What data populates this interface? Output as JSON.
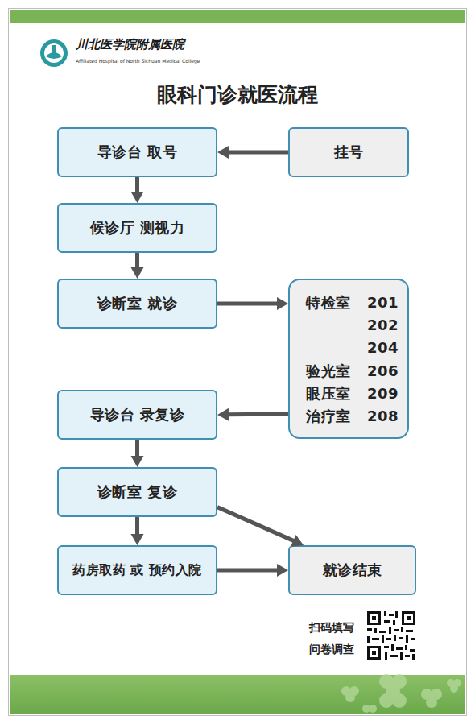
{
  "diagram": {
    "title": "眼科门诊就医流程",
    "nodes": [
      {
        "text": [
          "挂号"
        ]
      },
      {
        "text": [
          "导诊台 取号"
        ]
      },
      {
        "text": [
          "候诊厅 测视力"
        ]
      },
      {
        "text": [
          "诊断室 就诊"
        ]
      },
      {
        "text": [
          "特检室",
          "201",
          "202",
          "204",
          "验光室",
          "206",
          "眼压室",
          "209",
          "治疗室",
          "208"
        ]
      },
      {
        "text": [
          "导诊台 录复诊"
        ]
      },
      {
        "text": [
          "诊断室 复诊"
        ]
      },
      {
        "text": [
          "药房取药 或 预约入院"
        ]
      },
      {
        "text": [
          "就诊结束"
        ]
      }
    ],
    "edges": [
      {
        "from": 0,
        "to": 1,
        "arrow": "to"
      },
      {
        "from": 1,
        "to": 2,
        "arrow": "to"
      },
      {
        "from": 2,
        "to": 3,
        "arrow": "to"
      },
      {
        "from": 3,
        "to": 4,
        "arrow": "to"
      },
      {
        "from": 4,
        "to": 5,
        "arrow": "to"
      },
      {
        "from": 5,
        "to": 6,
        "arrow": "to"
      },
      {
        "from": 6,
        "to": 7,
        "arrow": "to"
      },
      {
        "from": 6,
        "to": 8,
        "arrow": "to"
      },
      {
        "from": 7,
        "to": 8,
        "arrow": "to"
      }
    ],
    "labels": [
      "川北医学院附属医院",
      "Affiliated Hospital of North Sichuan Medical College",
      "扫码填写 问卷调查"
    ]
  }
}
